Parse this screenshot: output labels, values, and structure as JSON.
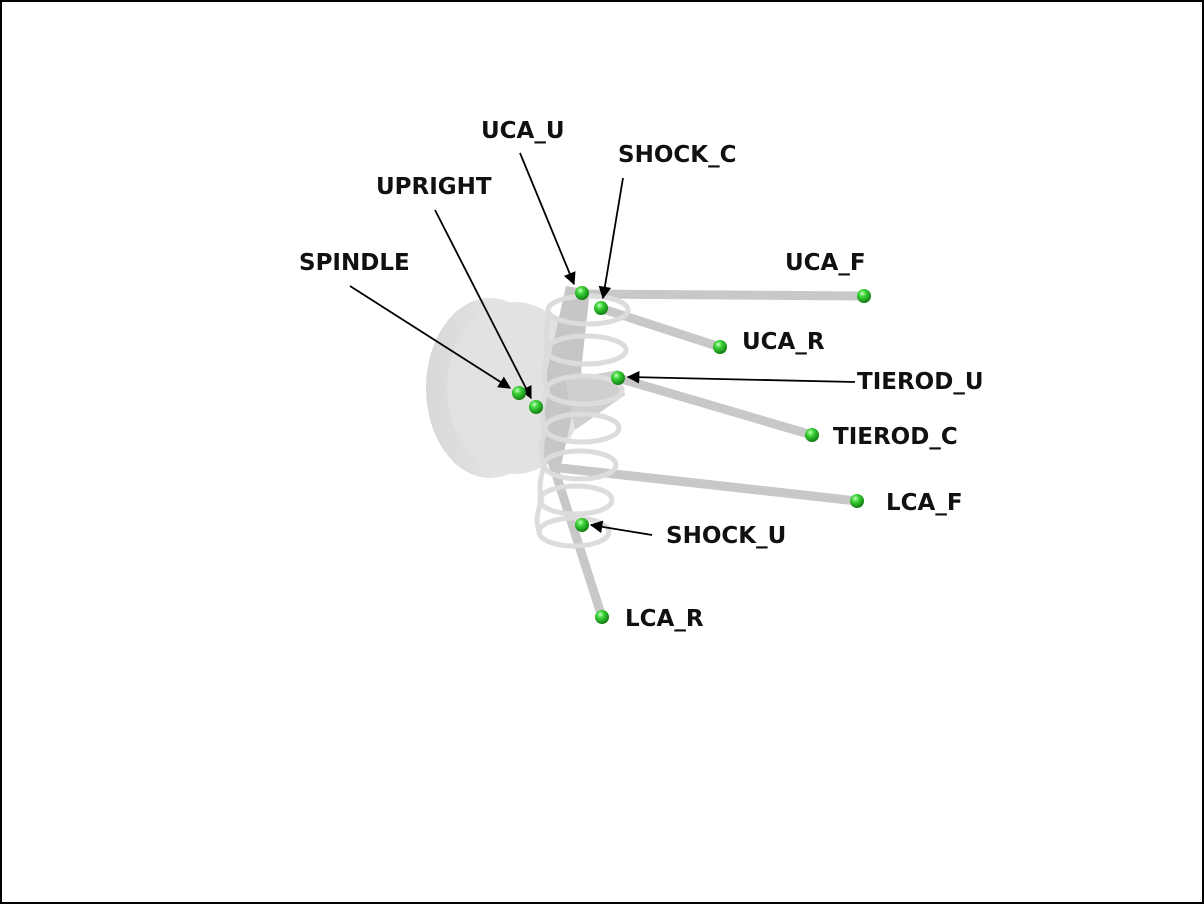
{
  "diagram": {
    "title": "Suspension hardpoints",
    "colors": {
      "hardpoint": "#22c022",
      "member": "#c8c8c8",
      "leader": "#000000",
      "border": "#000000"
    },
    "labels": {
      "uca_u": "UCA_U",
      "shock_c": "SHOCK_C",
      "upright": "UPRIGHT",
      "spindle": "SPINDLE",
      "uca_f": "UCA_F",
      "uca_r": "UCA_R",
      "tierod_u": "TIEROD_U",
      "tierod_c": "TIEROD_C",
      "lca_f": "LCA_F",
      "shock_u": "SHOCK_U",
      "lca_r": "LCA_R"
    }
  }
}
